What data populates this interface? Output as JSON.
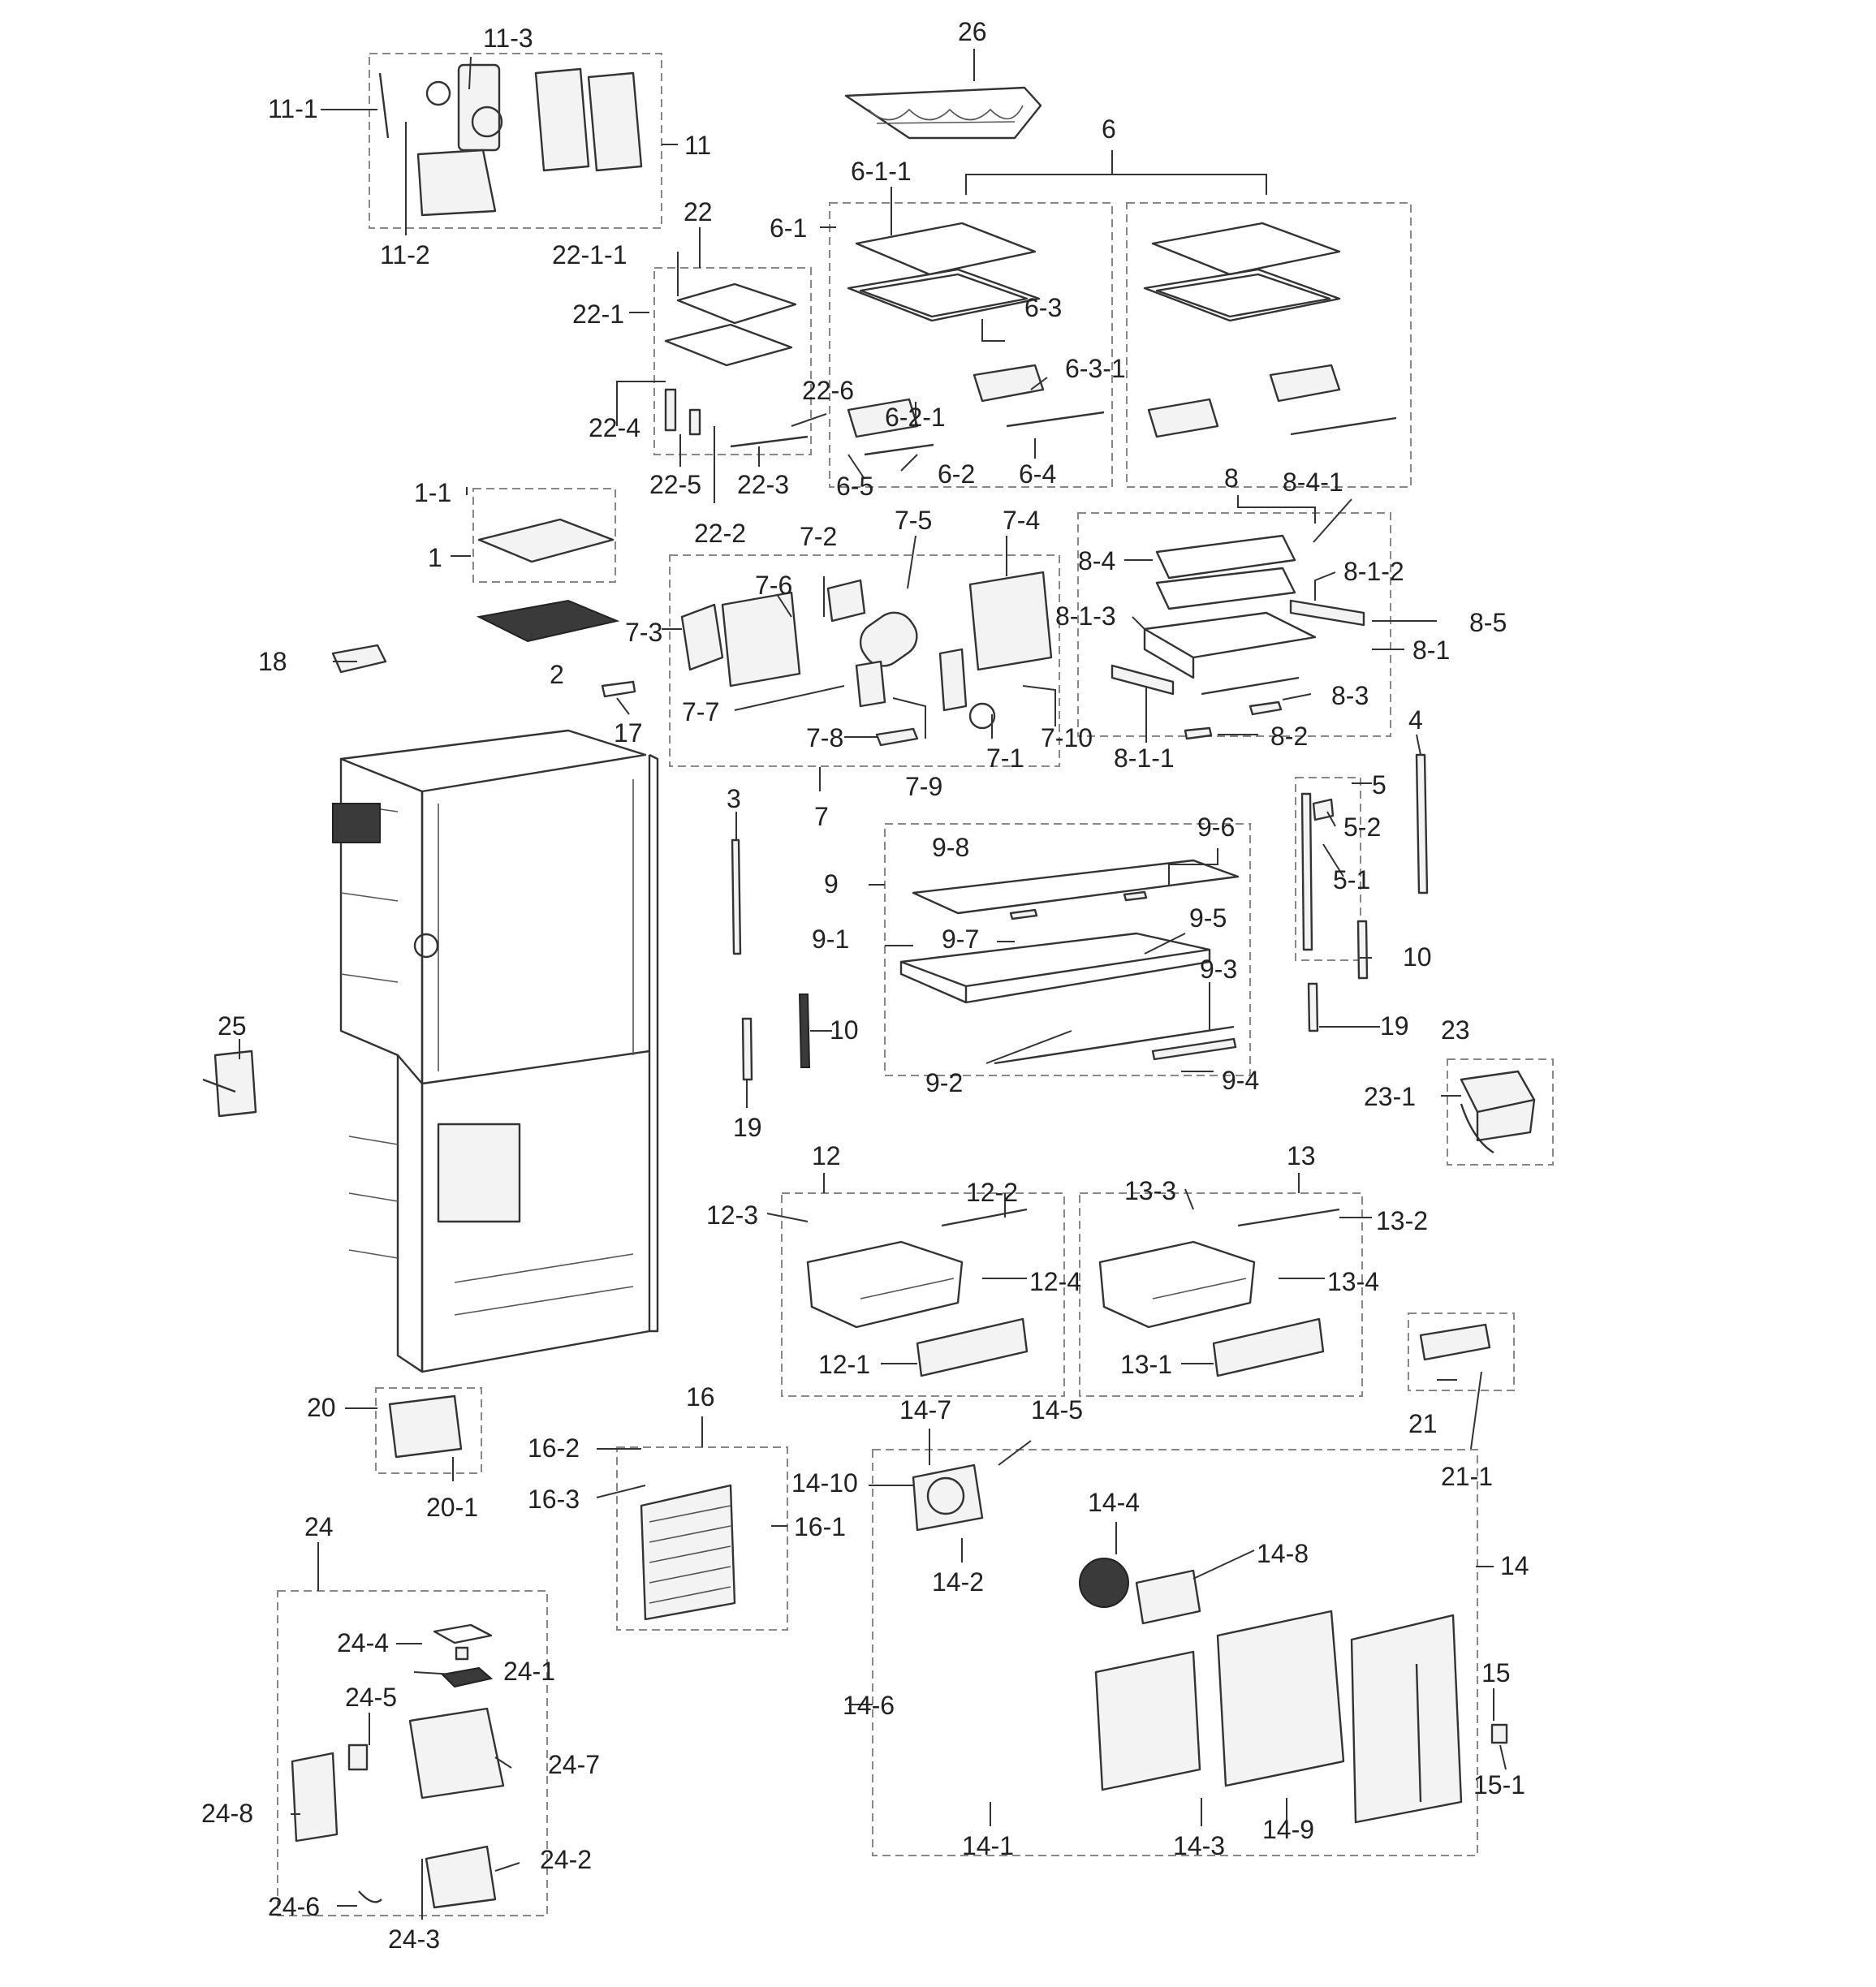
{
  "labels": {
    "l26": "26",
    "l6": "6",
    "l611": "6-1-1",
    "l61": "6-1",
    "l11": "11",
    "l111": "11-1",
    "l112": "11-2",
    "l113": "11-3",
    "l22": "22",
    "l2211": "22-1-1",
    "l221": "22-1",
    "l226": "22-6",
    "l224": "22-4",
    "l225": "22-5",
    "l223": "22-3",
    "l222": "22-2",
    "l63": "6-3",
    "l631": "6-3-1",
    "l621": "6-2-1",
    "l62": "6-2",
    "l65": "6-5",
    "l64": "6-4",
    "l8": "8",
    "l841": "8-4-1",
    "l84": "8-4",
    "l812": "8-1-2",
    "l813": "8-1-3",
    "l85": "8-5",
    "l81": "8-1",
    "l83": "8-3",
    "l82": "8-2",
    "l811": "8-1-1",
    "l1_1": "1-1",
    "l1": "1",
    "l18": "18",
    "l2": "2",
    "l17": "17",
    "l72": "7-2",
    "l75": "7-5",
    "l74": "7-4",
    "l76": "7-6",
    "l73": "7-3",
    "l77": "7-7",
    "l78": "7-8",
    "l79": "7-9",
    "l71": "7-1",
    "l710": "7-10",
    "l7": "7",
    "l3": "3",
    "l4": "4",
    "l5": "5",
    "l52": "5-2",
    "l51": "5-1",
    "l9": "9",
    "l98": "9-8",
    "l96": "9-6",
    "l91": "9-1",
    "l97": "9-7",
    "l95": "9-5",
    "l93": "9-3",
    "l92": "9-2",
    "l94": "9-4",
    "l10a": "10",
    "l10b": "10",
    "l19a": "19",
    "l19b": "19",
    "l25": "25",
    "l23": "23",
    "l231": "23-1",
    "l12": "12",
    "l122": "12-2",
    "l123": "12-3",
    "l124": "12-4",
    "l121": "12-1",
    "l13": "13",
    "l133": "13-3",
    "l132": "13-2",
    "l134": "13-4",
    "l131": "13-1",
    "l20": "20",
    "l201": "20-1",
    "l21": "21",
    "l211": "21-1",
    "l16": "16",
    "l162": "16-2",
    "l163": "16-3",
    "l161": "16-1",
    "l147": "14-7",
    "l145": "14-5",
    "l1410": "14-10",
    "l144": "14-4",
    "l142": "14-2",
    "l148": "14-8",
    "l14": "14",
    "l146": "14-6",
    "l141": "14-1",
    "l143": "14-3",
    "l149": "14-9",
    "l15": "15",
    "l151": "15-1",
    "l24": "24",
    "l244": "24-4",
    "l241": "24-1",
    "l245": "24-5",
    "l247": "24-7",
    "l248": "24-8",
    "l242": "24-2",
    "l246": "24-6",
    "l243": "24-3"
  }
}
